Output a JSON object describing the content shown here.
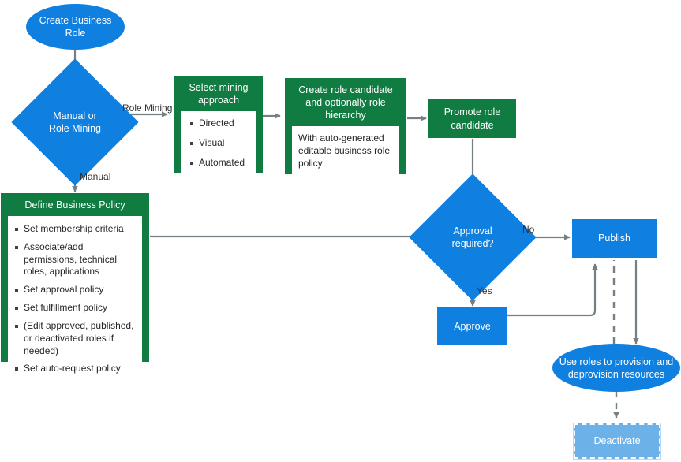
{
  "diagram": {
    "title": "Create Business Role lifecycle flowchart",
    "colors": {
      "blue": "#0f7fe0",
      "light_blue": "#6cb2e8",
      "green": "#107c41",
      "connector": "#767f84",
      "text_dark": "#262626",
      "white": "#ffffff"
    }
  },
  "nodes": {
    "create_business_role": {
      "label": "Create Business Role",
      "shape": "ellipse",
      "color": "#0f7fe0"
    },
    "manual_or_role_mining": {
      "label": "Manual or Role Mining",
      "line1": "Manual or",
      "line2": "Role Mining",
      "shape": "diamond",
      "color": "#0f7fe0"
    },
    "select_mining_approach": {
      "title": "Select mining approach",
      "shape": "panel",
      "color": "#107c41",
      "bullets": [
        "Directed",
        "Visual",
        "Automated"
      ]
    },
    "create_role_candidate": {
      "title": "Create role candidate and optionally role hierarchy",
      "shape": "panel",
      "color": "#107c41",
      "body": "With auto-generated editable business role policy"
    },
    "promote_role_candidate": {
      "label": "Promote role candidate",
      "shape": "rect",
      "color": "#107c41"
    },
    "define_business_policy": {
      "title": "Define Business Policy",
      "shape": "panel",
      "color": "#107c41",
      "bullets": [
        "Set membership criteria",
        "Associate/add permissions, technical roles, applications",
        "Set approval policy",
        "Set fulfillment policy",
        "(Edit approved, published, or deactivated roles if needed)",
        "Set auto-request policy"
      ]
    },
    "approval_required": {
      "label": "Approval required?",
      "line1": "Approval",
      "line2": "required?",
      "shape": "diamond",
      "color": "#0f7fe0"
    },
    "publish": {
      "label": "Publish",
      "shape": "rect",
      "color": "#0f7fe0"
    },
    "approve": {
      "label": "Approve",
      "shape": "rect",
      "color": "#0f7fe0"
    },
    "use_roles": {
      "label": "Use roles to provision and deprovision resources",
      "shape": "ellipse",
      "color": "#0f7fe0"
    },
    "deactivate": {
      "label": "Deactivate",
      "shape": "rect-dashed",
      "color": "#6cb2e8"
    }
  },
  "edge_labels": {
    "role_mining": "Role Mining",
    "manual": "Manual",
    "no": "No",
    "yes": "Yes"
  }
}
